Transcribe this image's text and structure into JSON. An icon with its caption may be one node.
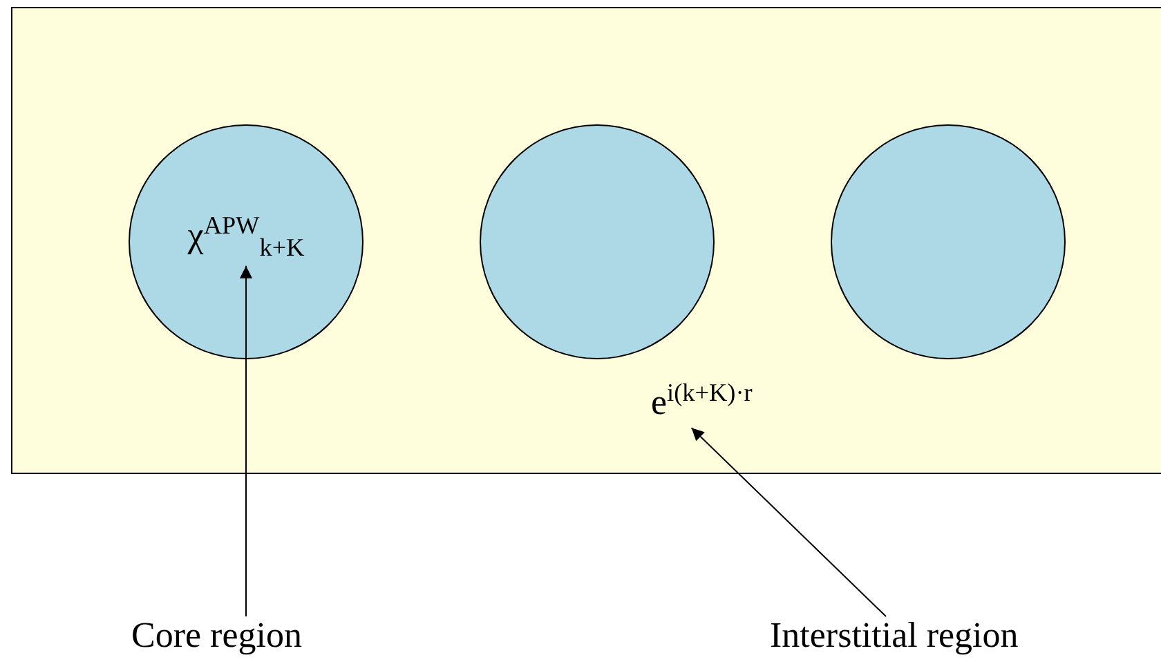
{
  "diagram": {
    "nodes": [
      {
        "text": [],
        "shape": "box"
      },
      {
        "text": [
          "χ$^{APW}$$_{k+K}$"
        ],
        "in": 0
      },
      {
        "text": [],
        "shape": "circle",
        "in": 0
      },
      {
        "text": [],
        "shape": "circle",
        "in": 0
      },
      {
        "text": [
          "e$^{i(k+K)·r}$"
        ],
        "in": 0
      },
      {
        "text": [
          "Core region"
        ]
      },
      {
        "text": [
          "Interstitial region"
        ]
      }
    ],
    "edges": [
      {
        "from": 5,
        "to": 1,
        "arrow": "to"
      },
      {
        "from": 6,
        "to": 4,
        "arrow": "to"
      }
    ]
  }
}
